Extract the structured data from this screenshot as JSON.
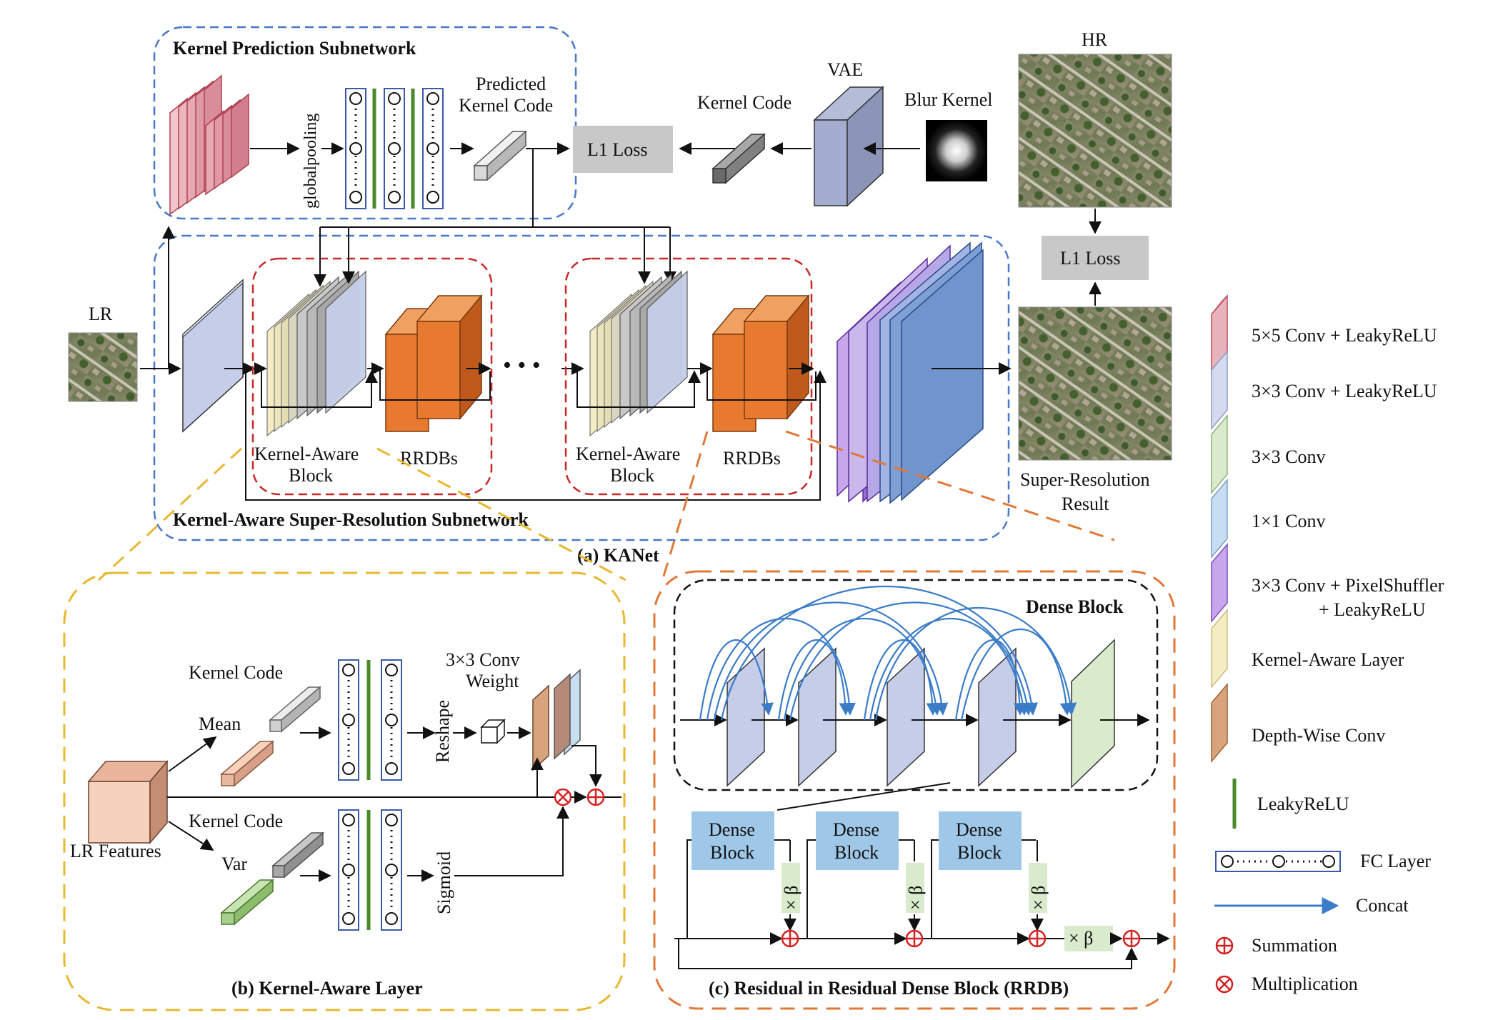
{
  "titles": {
    "kps": "Kernel  Prediction  Subnetwork",
    "kasr": "Kernel-Aware  Super-Resolution  Subnetwork",
    "a": "(a) KANet",
    "b": "(b) Kernel-Aware Layer",
    "c": "(c) Residual in Residual Dense Block (RRDB)",
    "dense_block": "Dense Block"
  },
  "labels": {
    "lr": "LR",
    "hr": "HR",
    "vae": "VAE",
    "blur_kernel": "Blur Kernel",
    "kernel_code": "Kernel Code",
    "predicted_1": "Predicted",
    "predicted_2": "Kernel Code",
    "l1_loss": "L1 Loss",
    "globalpooling": "globalpooling",
    "kab_1": "Kernel-Aware",
    "kab_2": "Block",
    "rrdbs": "RRDBs",
    "dots": "• • •",
    "sr_1": "Super-Resolution",
    "sr_2": "Result",
    "mean": "Mean",
    "var": "Var",
    "lr_features": "LR Features",
    "reshape": "Reshape",
    "sigmoid": "Sigmoid",
    "conv_w_1": "3×3  Conv",
    "conv_w_2": "Weight",
    "db_1": "Dense",
    "db_2": "Block",
    "beta": "× β"
  },
  "legend": [
    {
      "label": "5×5 Conv + LeakyReLU",
      "color": "#e8b4bc",
      "edge": "#c0485c"
    },
    {
      "label": "3×3 Conv + LeakyReLU",
      "color": "#d4daf0",
      "edge": "#8e9ac8"
    },
    {
      "label": "3×3 Conv",
      "color": "#d9ebcc",
      "edge": "#8fb07a"
    },
    {
      "label": "1×1 Conv",
      "color": "#c6ddf2",
      "edge": "#7a9fc6"
    },
    {
      "label": "3×3 Conv + PixelShuffler",
      "label2": "+ LeakyReLU",
      "color": "#c7a6ec",
      "edge": "#7d4fc4"
    },
    {
      "label": "Kernel-Aware Layer",
      "color": "#f4edc4",
      "edge": "#c9bd7a"
    },
    {
      "label": "Depth-Wise Conv",
      "color": "#d9a47c",
      "edge": "#9a6038"
    }
  ],
  "legend_extra": {
    "leakyrelu": "LeakyReLU",
    "fc": "FC Layer",
    "concat": "Concat",
    "sum": "Summation",
    "mult": "Multiplication"
  },
  "colors": {
    "blue_dash": "#4a78c8",
    "red_dash": "#c82828",
    "yellow_dash": "#e8b830",
    "orange_dash": "#e07838",
    "concat_arrow": "#3a7cc8",
    "leaky_green": "#4a8a2a",
    "orange_block": "#e87a30"
  }
}
